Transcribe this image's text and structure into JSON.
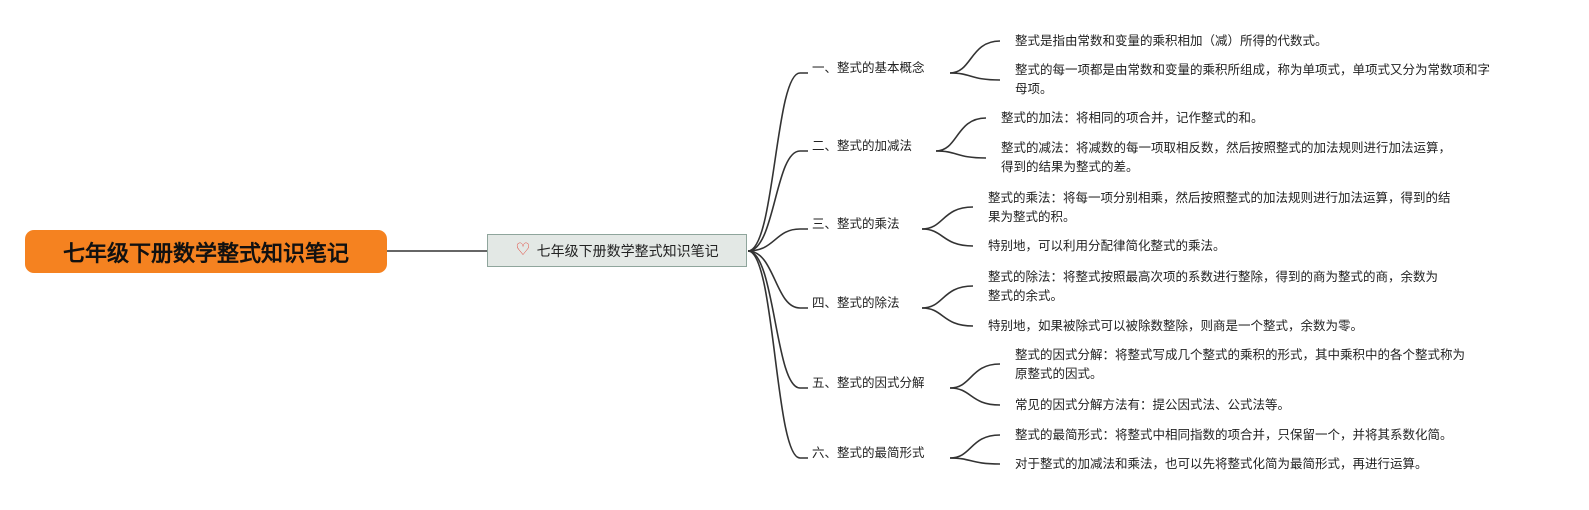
{
  "root": {
    "title": "七年级下册数学整式知识笔记"
  },
  "center": {
    "icon": "heart-icon",
    "title": "七年级下册数学整式知识笔记"
  },
  "branches": [
    {
      "label": "一、整式的基本概念",
      "children": [
        "整式是指由常数和变量的乘积相加（减）所得的代数式。",
        "整式的每一项都是由常数和变量的乘积所组成，称为单项式，单项式又分为常数项和字母项。"
      ]
    },
    {
      "label": "二、整式的加减法",
      "children": [
        "整式的加法：将相同的项合并，记作整式的和。",
        "整式的减法：将减数的每一项取相反数，然后按照整式的加法规则进行加法运算，得到的结果为整式的差。"
      ]
    },
    {
      "label": "三、整式的乘法",
      "children": [
        "整式的乘法：将每一项分别相乘，然后按照整式的加法规则进行加法运算，得到的结果为整式的积。",
        "特别地，可以利用分配律简化整式的乘法。"
      ]
    },
    {
      "label": "四、整式的除法",
      "children": [
        "整式的除法：将整式按照最高次项的系数进行整除，得到的商为整式的商，余数为整式的余式。",
        "特别地，如果被除式可以被除数整除，则商是一个整式，余数为零。"
      ]
    },
    {
      "label": "五、整式的因式分解",
      "children": [
        "整式的因式分解：将整式写成几个整式的乘积的形式，其中乘积中的各个整式称为原整式的因式。",
        "常见的因式分解方法有：提公因式法、公式法等。"
      ]
    },
    {
      "label": "六、整式的最简形式",
      "children": [
        "整式的最简形式：将整式中相同指数的项合并，只保留一个，并将其系数化简。",
        "对于整式的加减法和乘法，也可以先将整式化简为最简形式，再进行运算。"
      ]
    }
  ],
  "colors": {
    "root": "#F58220",
    "center_bg": "#E3E8E5",
    "line": "#333333",
    "heart": "#E03C31"
  }
}
